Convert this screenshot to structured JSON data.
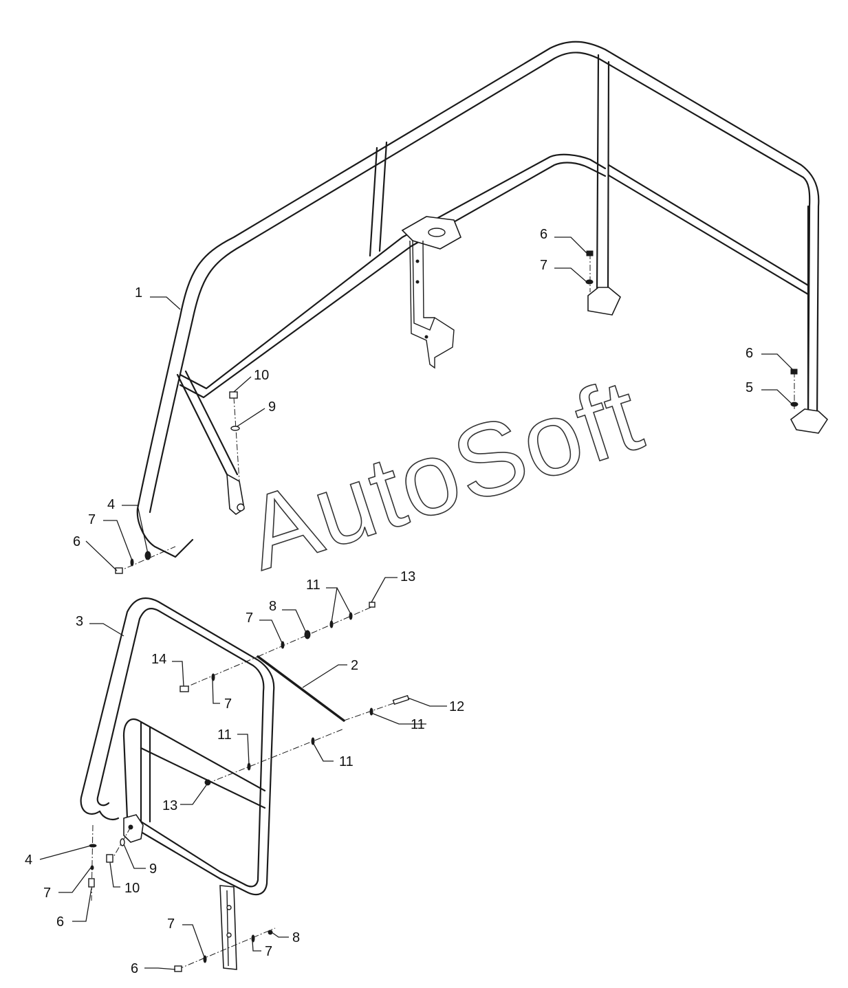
{
  "diagram": {
    "watermark": "AutoSoft",
    "callouts": [
      {
        "id": "c1",
        "label": "1"
      },
      {
        "id": "c6a",
        "label": "6"
      },
      {
        "id": "c7a",
        "label": "7"
      },
      {
        "id": "c10a",
        "label": "10"
      },
      {
        "id": "c9a",
        "label": "9"
      },
      {
        "id": "c6b",
        "label": "6"
      },
      {
        "id": "c5",
        "label": "5"
      },
      {
        "id": "c4a",
        "label": "4"
      },
      {
        "id": "c7b",
        "label": "7"
      },
      {
        "id": "c6c",
        "label": "6"
      },
      {
        "id": "c3",
        "label": "3"
      },
      {
        "id": "c11a",
        "label": "11"
      },
      {
        "id": "c13a",
        "label": "13"
      },
      {
        "id": "c8a",
        "label": "8"
      },
      {
        "id": "c7c",
        "label": "7"
      },
      {
        "id": "c14",
        "label": "14"
      },
      {
        "id": "c7d",
        "label": "7"
      },
      {
        "id": "c2",
        "label": "2"
      },
      {
        "id": "c12",
        "label": "12"
      },
      {
        "id": "c11b",
        "label": "11"
      },
      {
        "id": "c11c",
        "label": "11"
      },
      {
        "id": "c11d",
        "label": "11"
      },
      {
        "id": "c13b",
        "label": "13"
      },
      {
        "id": "c4b",
        "label": "4"
      },
      {
        "id": "c9b",
        "label": "9"
      },
      {
        "id": "c7e",
        "label": "7"
      },
      {
        "id": "c10b",
        "label": "10"
      },
      {
        "id": "c6d",
        "label": "6"
      },
      {
        "id": "c7f",
        "label": "7"
      },
      {
        "id": "c8b",
        "label": "8"
      },
      {
        "id": "c7g",
        "label": "7"
      },
      {
        "id": "c6e",
        "label": "6"
      }
    ]
  }
}
